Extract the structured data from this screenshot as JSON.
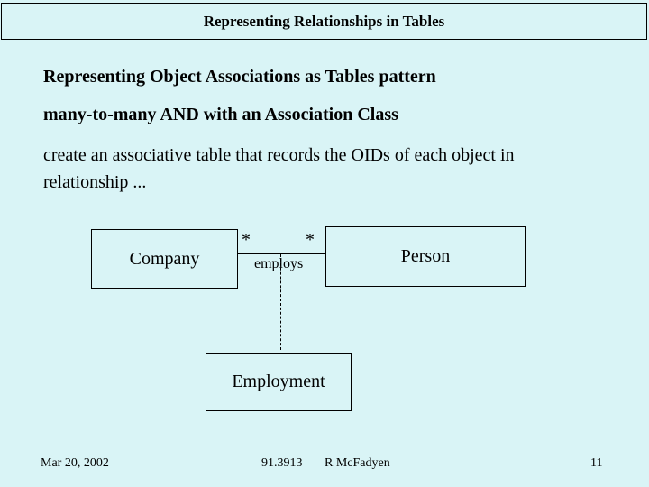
{
  "slide": {
    "colors": {
      "background": "#d9f4f6",
      "line": "#000000",
      "text": "#000000"
    },
    "title": "Representing Relationships in Tables",
    "body": {
      "heading1": "Representing Object Associations as Tables pattern",
      "heading2": "many-to-many AND with an Association Class",
      "paragraph_line1": "create an associative table that records the OIDs of each object in",
      "paragraph_line2": "relationship ..."
    },
    "diagram": {
      "company_label": "Company",
      "person_label": "Person",
      "employment_label": "Employment",
      "association_label": "employs",
      "multiplicity_company": "*",
      "multiplicity_person": "*"
    },
    "footer": {
      "date": "Mar 20, 2002",
      "course_number": "91.3913",
      "author": "R McFadyen",
      "page_number": "11"
    }
  }
}
